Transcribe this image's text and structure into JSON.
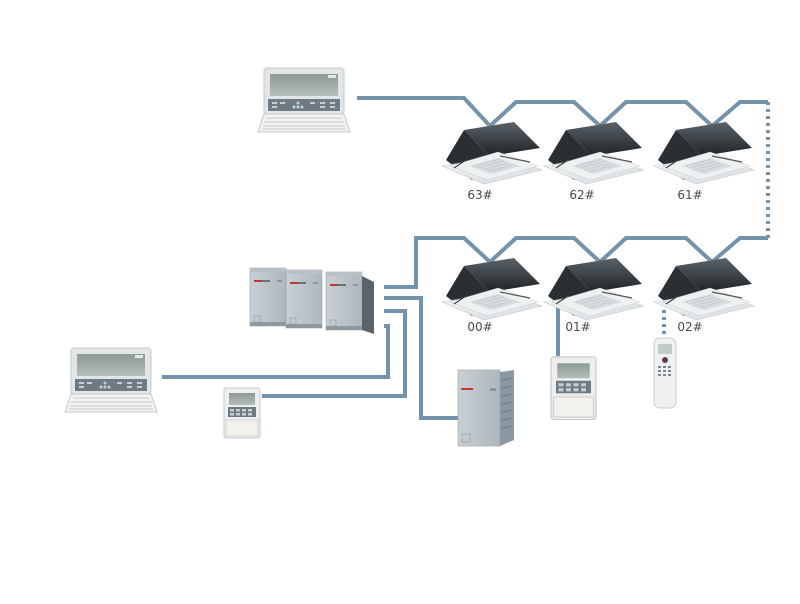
{
  "diagram": {
    "title": "VRF network wiring diagram",
    "line_color": "#7393ac",
    "indoor_units_top": [
      {
        "label": "63#"
      },
      {
        "label": "62#"
      },
      {
        "label": "61#"
      }
    ],
    "indoor_units_bottom": [
      {
        "label": "00#"
      },
      {
        "label": "01#"
      },
      {
        "label": "02#"
      }
    ],
    "devices": {
      "central_controller_top": "central-controller",
      "central_controller_left": "central-controller",
      "wired_controller_left": "wired-controller",
      "wired_controller_01": "wired-controller",
      "remote_controller_02": "remote-controller",
      "outdoor_units_group": "outdoor-unit-modules",
      "outdoor_unit_single": "outdoor-unit"
    }
  }
}
